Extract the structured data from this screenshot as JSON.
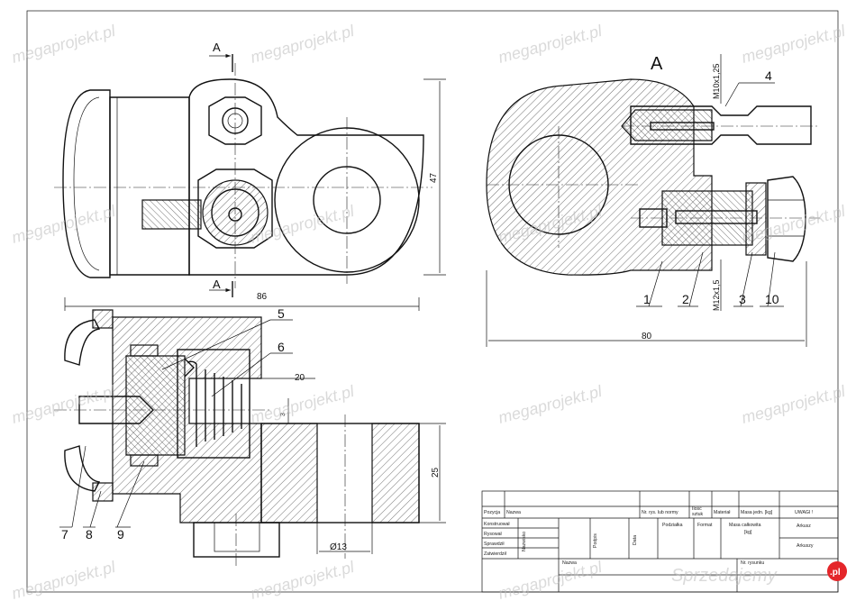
{
  "section": {
    "letter": "A"
  },
  "view_marks": {
    "top": "A",
    "bottom": "A"
  },
  "dimensions": {
    "top_height": "47",
    "top_width": "86",
    "right_width": "80",
    "front_width": "20",
    "front_height": "25",
    "front_small": "3",
    "bore_diameter": "Ø13",
    "thread_top": "M10x1,25",
    "thread_bottom": "M12x1,5"
  },
  "balloons": {
    "b1": "1",
    "b2": "2",
    "b3": "3",
    "b4": "4",
    "b5": "5",
    "b6": "6",
    "b7": "7",
    "b8": "8",
    "b9": "9",
    "b10": "10"
  },
  "title_block": {
    "pozycja": "Pozycja",
    "nazwa": "Nazwa",
    "nr_rys": "Nr. rys. lub normy",
    "ilosc": "Ilość",
    "sztuk": "sztuk",
    "material": "Materiał",
    "masa_jedn": "Masa jedn. [kg]",
    "uwagi": "UWAGI !",
    "konstruowal": "Konstruował",
    "rysowal": "Rysował",
    "sprawdzil": "Sprawdził",
    "zatwierdzil": "Zatwierdził",
    "nazwisko": "Nazwisko",
    "podpis": "Podpis",
    "data": "Data",
    "podzialka": "Podziałka",
    "format": "Format",
    "masa_calkowita": "Masa całkowita",
    "masa_unit": "[kg]",
    "arkusz": "Arkusz",
    "arkuszy": "Arkuszy",
    "nazwa2": "Nazwa",
    "nr_rysunku": "Nr. rysunku"
  },
  "watermark": {
    "text": "megaprojekt.pl",
    "brand": "Sprzedajemy",
    "brand_suffix": ".pl"
  },
  "colors": {
    "brand_badge": "#e4262a",
    "line": "#111111"
  }
}
